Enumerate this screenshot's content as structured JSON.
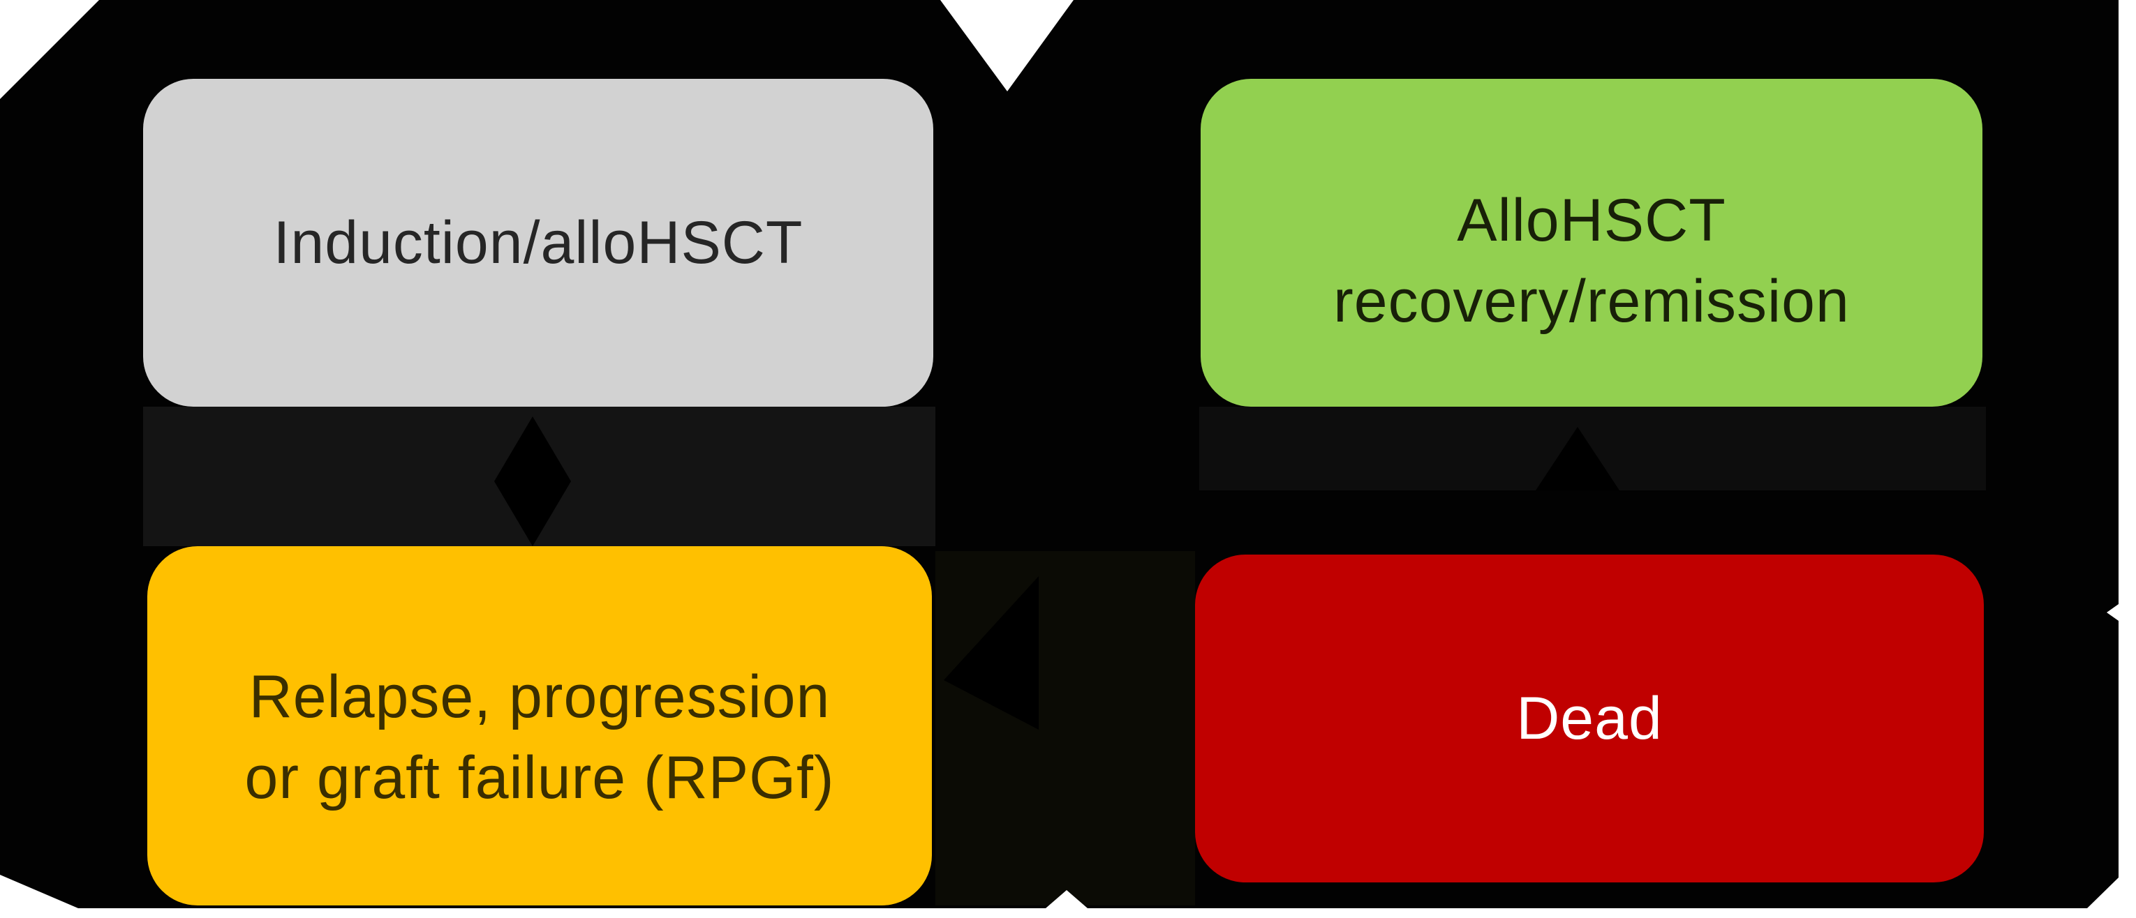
{
  "diagram": {
    "type": "state-transition-model",
    "page_color": "#ffffff",
    "arrow_field_color": "#020202",
    "states": [
      {
        "id": "induction-allohsct",
        "label": "Induction/alloHSCT",
        "fill": "#d2d2d2",
        "text_color": "#262626"
      },
      {
        "id": "allohsct-recovery-remission",
        "line1": "AlloHSCT",
        "line2": "recovery/remission",
        "fill": "#92d050",
        "text_color": "#182008"
      },
      {
        "id": "relapse-progression-graft-failure",
        "line1": "Relapse, progression",
        "line2": "or graft failure (RPGf)",
        "fill": "#ffc000",
        "text_color": "#3a2e00"
      },
      {
        "id": "dead",
        "label": "Dead",
        "fill": "#c00000",
        "text_color": "#ffffff"
      }
    ]
  }
}
